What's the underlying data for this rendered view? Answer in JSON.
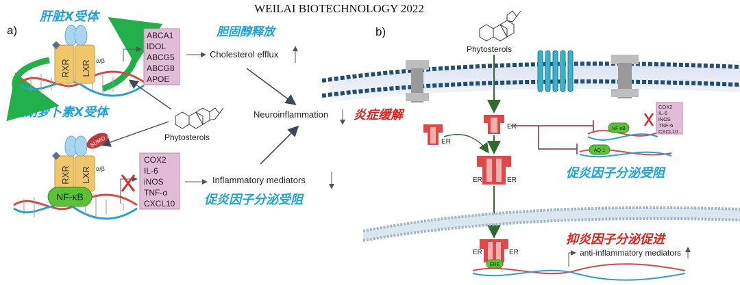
{
  "header": {
    "title": "WEILAI BIOTECHNOLOGY 2022"
  },
  "panel_a": {
    "label": "a)",
    "lxr_receptor_label": "肝脏X受体",
    "rxr_receptor_label": "类胡萝卜素X受体",
    "rxr": "RXR",
    "lxr": "LXR",
    "alpha_beta": "α/β",
    "efflux_genes": [
      "ABCA1",
      "IDOL",
      "ABCG5",
      "ABCG8",
      "APOE"
    ],
    "cholesterol_efflux": "Cholesterol efflux",
    "cholesterol_efflux_cn": "胆固醇释放",
    "neuroinflammation": "Neuroinflammation",
    "neuroinflammation_cn": "炎症缓解",
    "phytosterols": "Phytosterols",
    "sumo": "SUMO",
    "nfkb": "NF-κB",
    "inflammatory_genes": [
      "COX2",
      "IL-6",
      "iNOS",
      "TNF-α",
      "CXCL10"
    ],
    "inflammatory_mediators": "Inflammatory mediators",
    "inflammatory_mediators_cn": "促炎因子分泌受阻"
  },
  "panel_b": {
    "label": "b)",
    "phytosterols": "Phytosterols",
    "er": "ER",
    "nfkb": "NF-κB",
    "aq1": "AQ-1",
    "ere": "ERE",
    "inflammatory_genes": [
      "COX2",
      "IL-6",
      "iNOS",
      "TNF-6",
      "CXCL10"
    ],
    "blocked_cn": "促炎因子分泌受阻",
    "anti_cn": "抑炎因子分泌促进",
    "anti_mediators": "anti-inflammatory mediators"
  },
  "colors": {
    "blue_text": "#1aa3dd",
    "red_text": "#e0201b",
    "green_arrow": "#22b04b",
    "gene_box": "#e2bcd6",
    "membrane": "#1e4f7a",
    "receptor_red": "#e04848"
  }
}
